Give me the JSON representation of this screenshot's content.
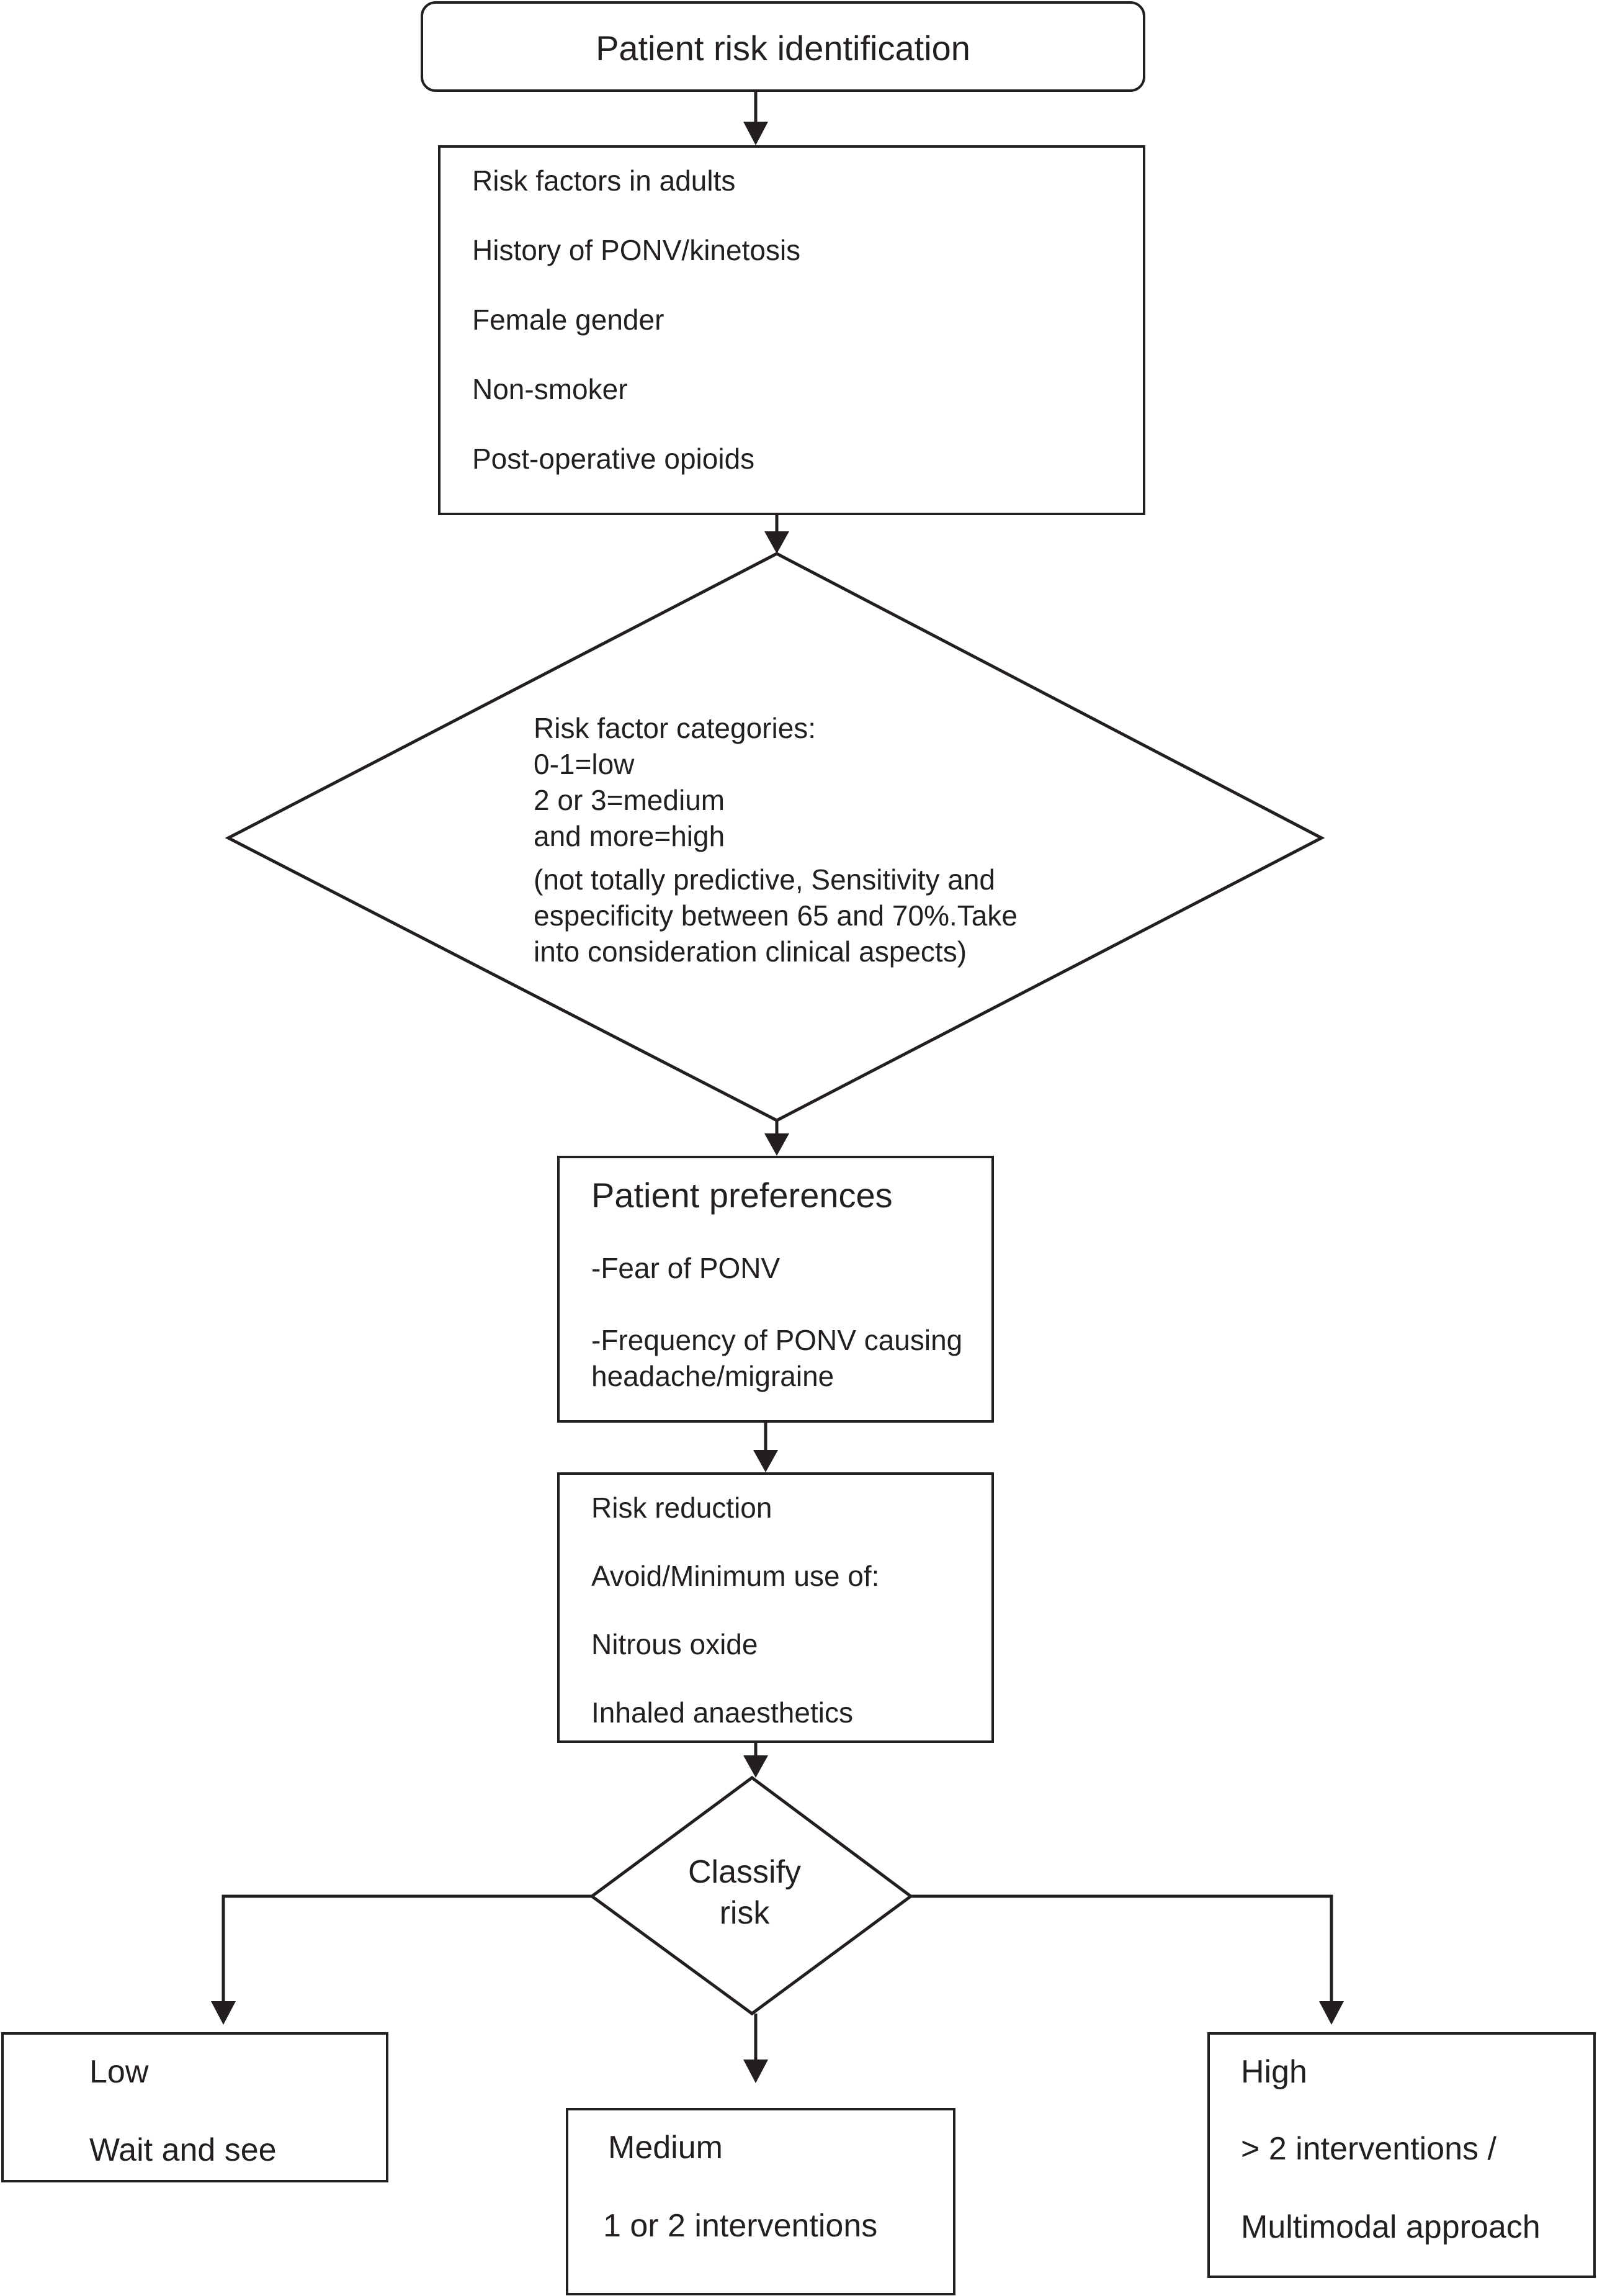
{
  "start": {
    "label": "Patient risk identification"
  },
  "risk_factors": {
    "title": "Risk factors in adults",
    "items": [
      "History of PONV/kinetosis",
      "Female gender",
      "Non-smoker",
      "Post-operative opioids"
    ]
  },
  "categories": {
    "lines": [
      "Risk factor categories:",
      "0-1=low",
      "2 or 3=medium",
      "and more=high"
    ],
    "note_lines": [
      "(not totally predictive, Sensitivity and",
      "especificity between 65 and 70%.Take",
      "into consideration clinical aspects)"
    ]
  },
  "preferences": {
    "title": "Patient preferences",
    "item1": "-Fear of PONV",
    "item2_lines": [
      "-Frequency of PONV causing",
      "headache/migraine"
    ]
  },
  "reduction": {
    "title": "Risk reduction",
    "subtitle": "Avoid/Minimum use of:",
    "items": [
      "Nitrous oxide",
      "Inhaled anaesthetics"
    ]
  },
  "classify": {
    "lines": [
      "Classify",
      "risk"
    ]
  },
  "outcomes": {
    "low": {
      "title": "Low",
      "action": "Wait and see"
    },
    "medium": {
      "title": "Medium",
      "action": "1 or 2 interventions"
    },
    "high": {
      "title": "High",
      "action1": "> 2 interventions /",
      "action2": "Multimodal approach"
    }
  }
}
